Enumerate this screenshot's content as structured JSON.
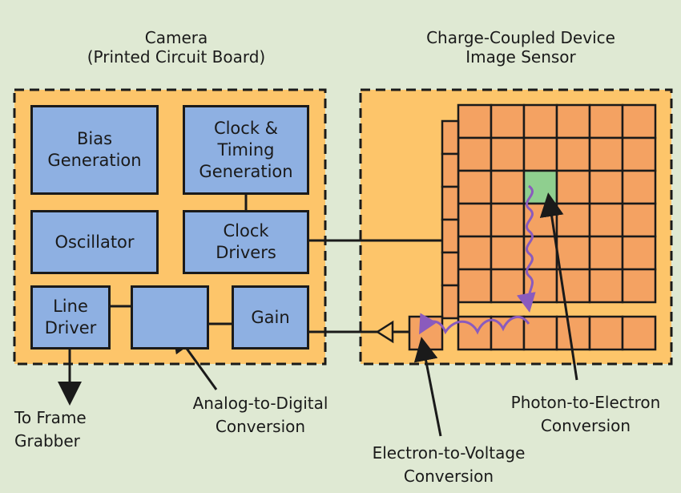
{
  "camera_title": "Camera\n(Printed Circuit Board)",
  "sensor_title": "Charge-Coupled Device\nImage Sensor",
  "blocks": {
    "bias": "Bias\nGeneration",
    "clock_timing": "Clock &\nTiming\nGeneration",
    "oscillator": "Oscillator",
    "clock_drivers": "Clock\nDrivers",
    "line_driver": "Line\nDriver",
    "adc": "",
    "gain": "Gain"
  },
  "annotations": {
    "frame_grabber": "To Frame\nGrabber",
    "adc": "Analog-to-Digital\nConversion",
    "e_to_v": "Electron-to-Voltage\nConversion",
    "p_to_e": "Photon-to-Electron\nConversion"
  },
  "colors": {
    "background": "#dfe9d3",
    "panel": "#fdc56a",
    "block": "#8eb0e2",
    "pixel": "#f4a262",
    "active_pixel": "#8fcf8f",
    "charge_path": "#8a5bbd"
  }
}
